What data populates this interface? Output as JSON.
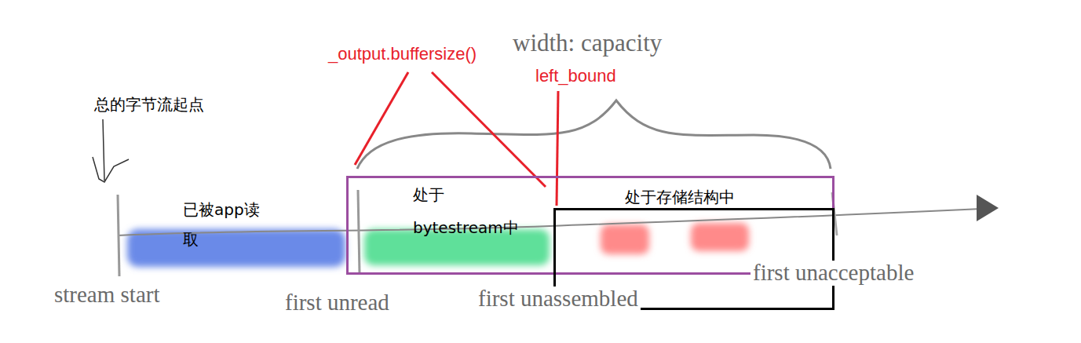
{
  "diagram": {
    "nodes": [
      {
        "text": [
          "处于 bytestream中"
        ]
      },
      {
        "text": [
          "处于存储结构中"
        ]
      }
    ],
    "labels": [
      "_output.buffersize()",
      "width: capacity",
      "left_bound",
      "总的字节流起点",
      "已被app读 取",
      "stream start",
      "first unread",
      "first unassembled",
      "first unacceptable"
    ]
  }
}
